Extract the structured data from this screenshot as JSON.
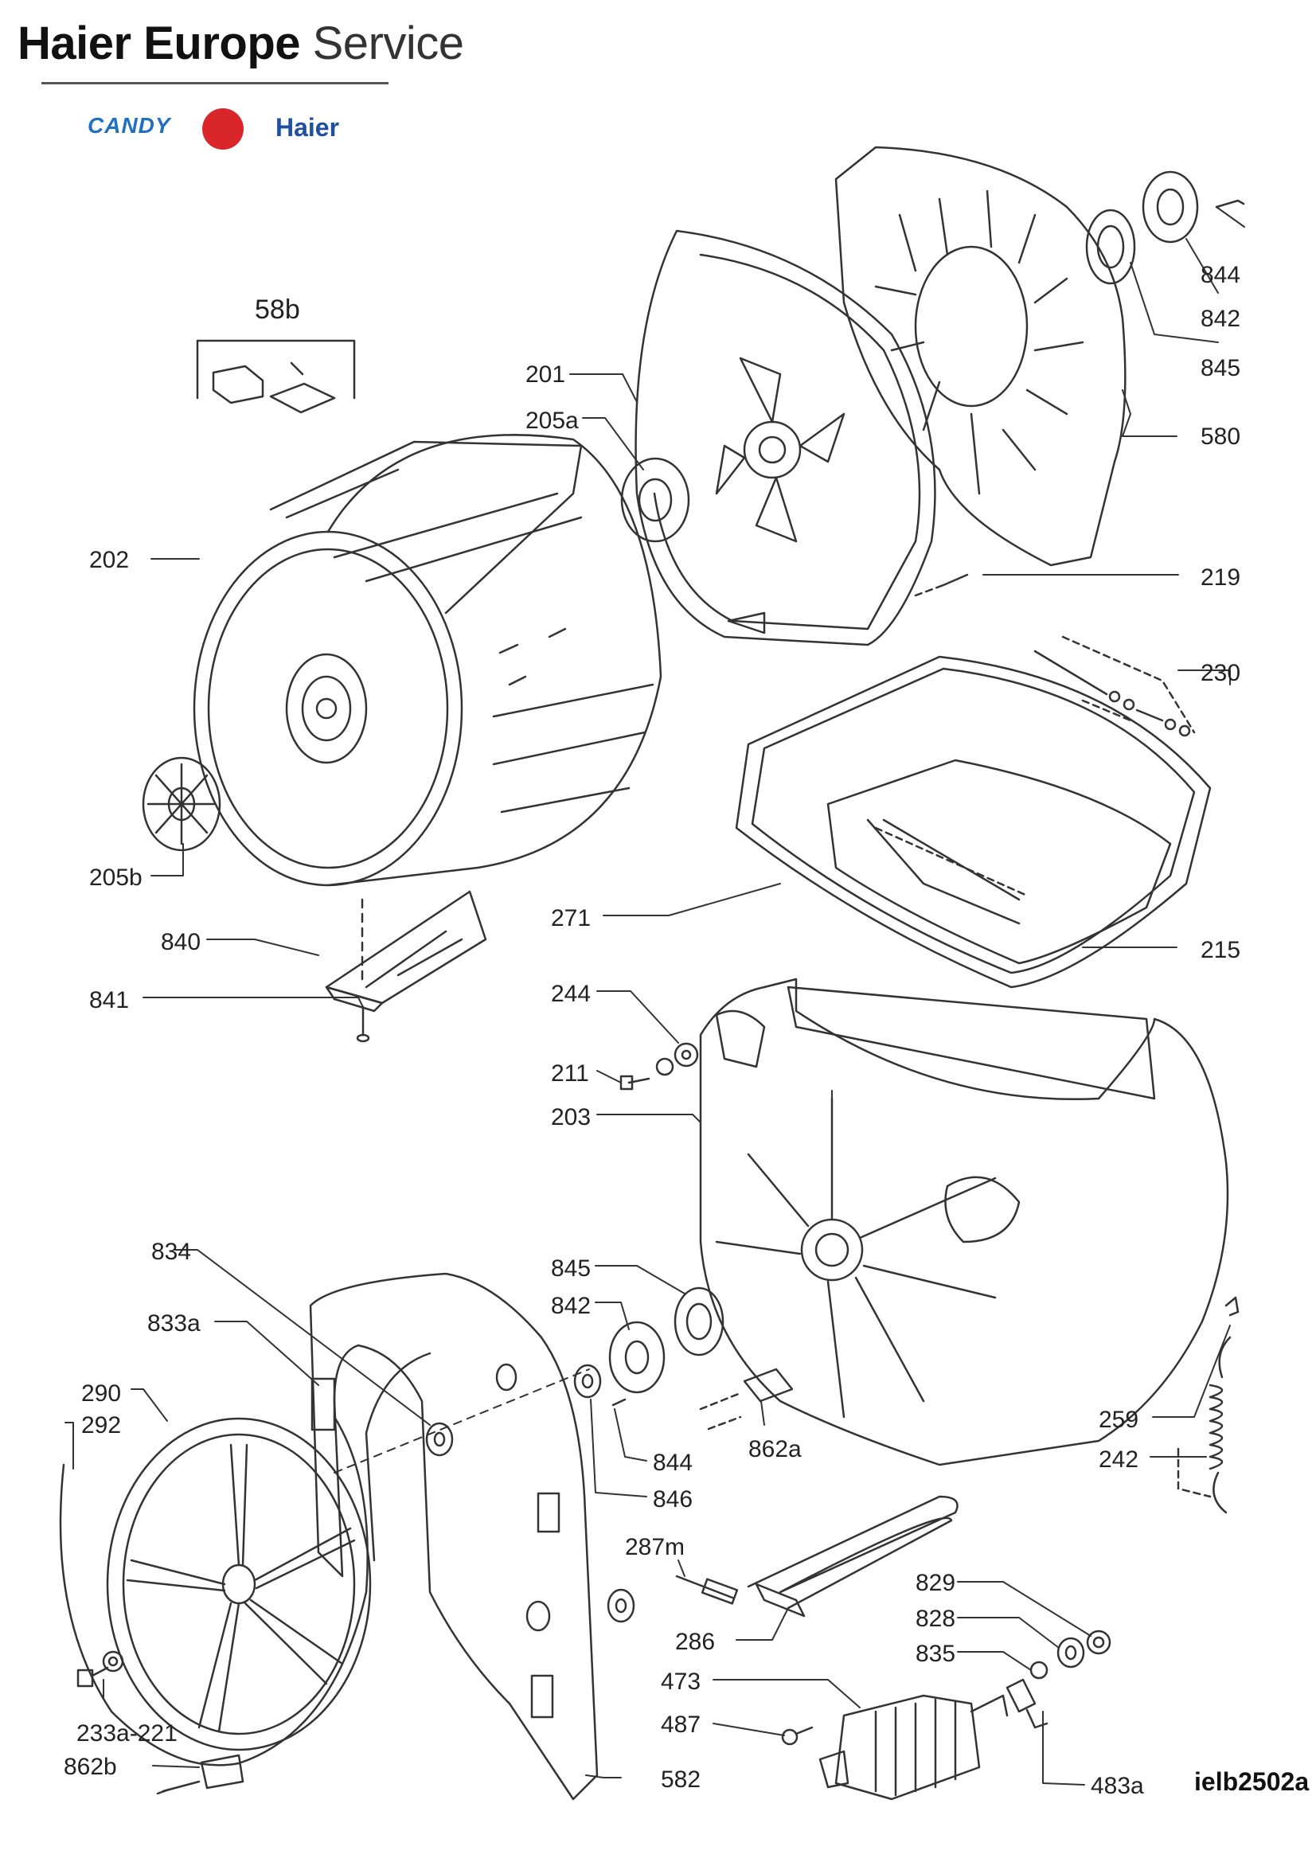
{
  "header": {
    "title_bold": "Haier Europe",
    "title_light": "Service"
  },
  "brands": {
    "candy": "CANDY",
    "haier": "Haier"
  },
  "document_code": "ielb2502a",
  "parts": [
    {
      "id": "p58b",
      "label": "58b"
    },
    {
      "id": "p844a",
      "label": "844"
    },
    {
      "id": "p842a",
      "label": "842"
    },
    {
      "id": "p845a",
      "label": "845"
    },
    {
      "id": "p580",
      "label": "580"
    },
    {
      "id": "p201",
      "label": "201"
    },
    {
      "id": "p205a",
      "label": "205a"
    },
    {
      "id": "p202",
      "label": "202"
    },
    {
      "id": "p219",
      "label": "219"
    },
    {
      "id": "p230",
      "label": "230"
    },
    {
      "id": "p205b",
      "label": "205b"
    },
    {
      "id": "p840",
      "label": "840"
    },
    {
      "id": "p271",
      "label": "271"
    },
    {
      "id": "p215",
      "label": "215"
    },
    {
      "id": "p841",
      "label": "841"
    },
    {
      "id": "p244",
      "label": "244"
    },
    {
      "id": "p211",
      "label": "211"
    },
    {
      "id": "p203",
      "label": "203"
    },
    {
      "id": "p834",
      "label": "834"
    },
    {
      "id": "p845b",
      "label": "845"
    },
    {
      "id": "p842b",
      "label": "842"
    },
    {
      "id": "p833a",
      "label": "833a"
    },
    {
      "id": "p290",
      "label": "290"
    },
    {
      "id": "p292",
      "label": "292"
    },
    {
      "id": "p844b",
      "label": "844"
    },
    {
      "id": "p862a",
      "label": "862a"
    },
    {
      "id": "p846",
      "label": "846"
    },
    {
      "id": "p259",
      "label": "259"
    },
    {
      "id": "p242",
      "label": "242"
    },
    {
      "id": "p287m",
      "label": "287m"
    },
    {
      "id": "p829",
      "label": "829"
    },
    {
      "id": "p828",
      "label": "828"
    },
    {
      "id": "p286",
      "label": "286"
    },
    {
      "id": "p835",
      "label": "835"
    },
    {
      "id": "p473",
      "label": "473"
    },
    {
      "id": "p233a221",
      "label": "233a-221"
    },
    {
      "id": "p487",
      "label": "487"
    },
    {
      "id": "p862b",
      "label": "862b"
    },
    {
      "id": "p582",
      "label": "582"
    },
    {
      "id": "p483a",
      "label": "483a"
    }
  ]
}
